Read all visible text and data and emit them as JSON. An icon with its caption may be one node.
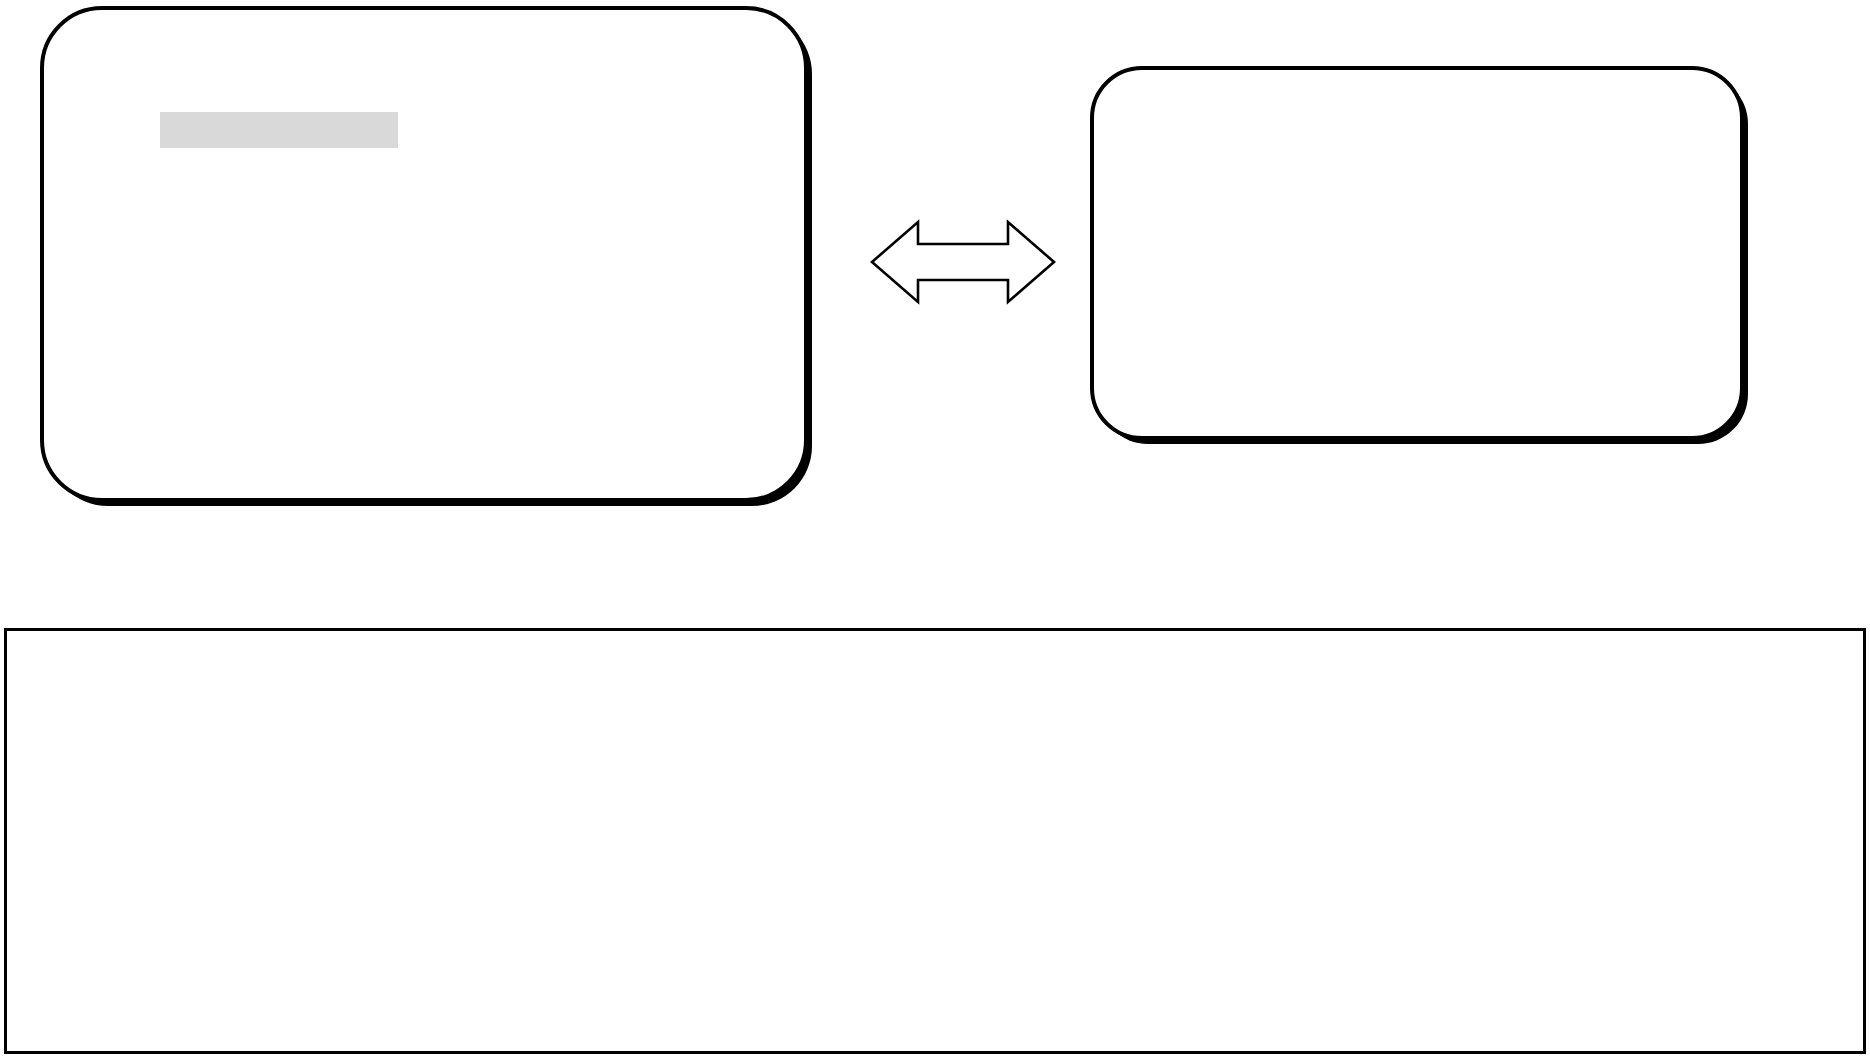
{
  "diagram": {
    "nodes": [
      {
        "text": [],
        "shape": "box"
      },
      {
        "text": [],
        "shape": "bar",
        "in": 0
      },
      {
        "text": [],
        "shape": "box"
      },
      {
        "text": [],
        "shape": "box"
      }
    ],
    "edges": [
      {
        "from": 0,
        "to": 2,
        "arrow": "both"
      }
    ]
  }
}
